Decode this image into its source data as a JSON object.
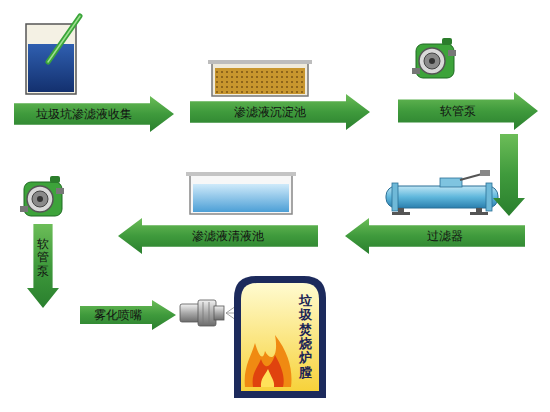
{
  "diagram": {
    "nodes": [
      {
        "text": [
          "垃圾坑渗滤液收集"
        ]
      },
      {
        "text": [
          "渗滤液沉淀池"
        ]
      },
      {
        "text": [
          "软管泵"
        ]
      },
      {
        "text": [
          "过滤器"
        ]
      },
      {
        "text": [
          "渗滤液清液池"
        ]
      },
      {
        "text": [
          "软管泵"
        ]
      },
      {
        "text": [
          "雾化喷嘴"
        ]
      },
      {
        "text": [
          "垃圾焚烧炉膛"
        ]
      }
    ],
    "edges": [
      {
        "from": 2,
        "to": 3,
        "arrow": "to"
      }
    ]
  }
}
